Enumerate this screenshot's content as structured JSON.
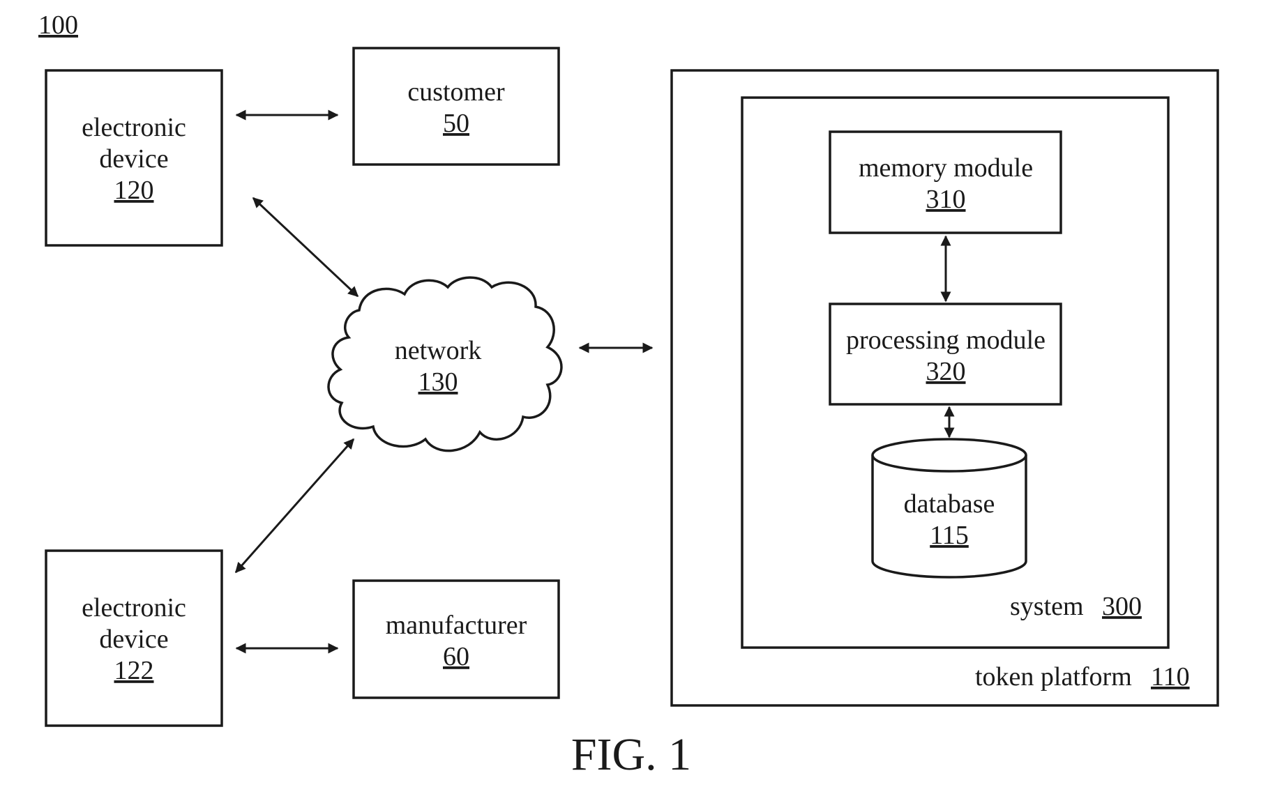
{
  "figure": {
    "ref": "100",
    "caption": "FIG. 1"
  },
  "nodes": {
    "electronic_device_top": {
      "label_line1": "electronic",
      "label_line2": "device",
      "ref": "120"
    },
    "customer": {
      "label": "customer",
      "ref": "50"
    },
    "network": {
      "label": "network",
      "ref": "130"
    },
    "electronic_device_bottom": {
      "label_line1": "electronic",
      "label_line2": "device",
      "ref": "122"
    },
    "manufacturer": {
      "label": "manufacturer",
      "ref": "60"
    },
    "token_platform": {
      "label": "token platform",
      "ref": "110"
    },
    "system": {
      "label": "system",
      "ref": "300"
    },
    "memory_module": {
      "label": "memory module",
      "ref": "310"
    },
    "processing_module": {
      "label": "processing module",
      "ref": "320"
    },
    "database": {
      "label": "database",
      "ref": "115"
    }
  },
  "connections": [
    {
      "from": "electronic device 120",
      "to": "customer 50",
      "bidirectional": true
    },
    {
      "from": "electronic device 120",
      "to": "network 130",
      "bidirectional": true
    },
    {
      "from": "electronic device 122",
      "to": "network 130",
      "bidirectional": true
    },
    {
      "from": "electronic device 122",
      "to": "manufacturer 60",
      "bidirectional": true
    },
    {
      "from": "network 130",
      "to": "token platform 110",
      "bidirectional": true
    },
    {
      "from": "memory module 310",
      "to": "processing module 320",
      "bidirectional": true
    },
    {
      "from": "processing module 320",
      "to": "database 115",
      "bidirectional": true
    }
  ]
}
